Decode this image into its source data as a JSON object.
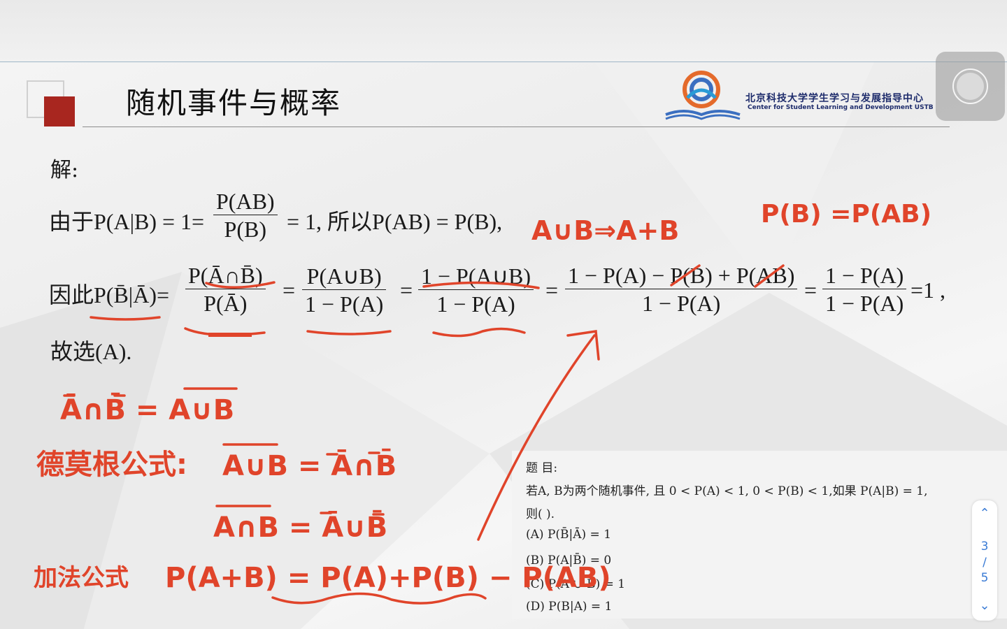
{
  "slide": {
    "title": "随机事件与概率",
    "logo_cn": "北京科技大学学生学习与发展指导中心",
    "logo_en": "Center for Student Learning and Development USTB"
  },
  "solution": {
    "label": "解:",
    "line1_prefix": "由于P(A|B) = 1=",
    "line1_frac_num": "P(AB)",
    "line1_frac_den": "P(B)",
    "line1_suffix": "= 1, 所以P(AB) = P(B),",
    "line2_prefix": "因此P(B̄|Ā)=",
    "f1_num": "P(Ā∩B̄)",
    "f1_den": "P(Ā)",
    "f2_num": "P(A∪B)",
    "f2_den": "1 − P(A)",
    "f3_num": "1 − P(A∪B)",
    "f3_den": "1 − P(A)",
    "f4_num": "1 − P(A) − P(B) + P(AB)",
    "f4_den": "1 − P(A)",
    "f5_num": "1 − P(A)",
    "f5_den": "1 − P(A)",
    "eq": "=",
    "end": "=1 ,",
    "conclusion": "故选(A)."
  },
  "annotations": {
    "a1": "A∪B⇒A+B",
    "a2": "P(B) =P(AB)",
    "a3": "Ā∩B̄ = A∪B",
    "a4": "德莫根公式:",
    "a5": "A∪B = Ā∩B̄",
    "a6": "A∩B = Ā∪B̄",
    "a7": "加法公式",
    "a8": "P(A+B) = P(A)+P(B) − P(AB)"
  },
  "question": {
    "title": "题 目:",
    "stem": "若A, B为两个随机事件, 且 0 < P(A) < 1, 0 < P(B) < 1,如果 P(A|B) = 1,",
    "ask": "则(    ).",
    "options": [
      "(A)  P(B̄|Ā) = 1",
      "(B)  P(A|B̄) = 0",
      "(C)  P(A ∪ B) = 1",
      "(D)  P(B|A) = 1"
    ]
  },
  "pager": {
    "current": "3",
    "sep": "/",
    "total": "5"
  },
  "colors": {
    "accent_red": "#a8261f",
    "ink": "#e0442a",
    "pager_blue": "#3a7bd5"
  }
}
